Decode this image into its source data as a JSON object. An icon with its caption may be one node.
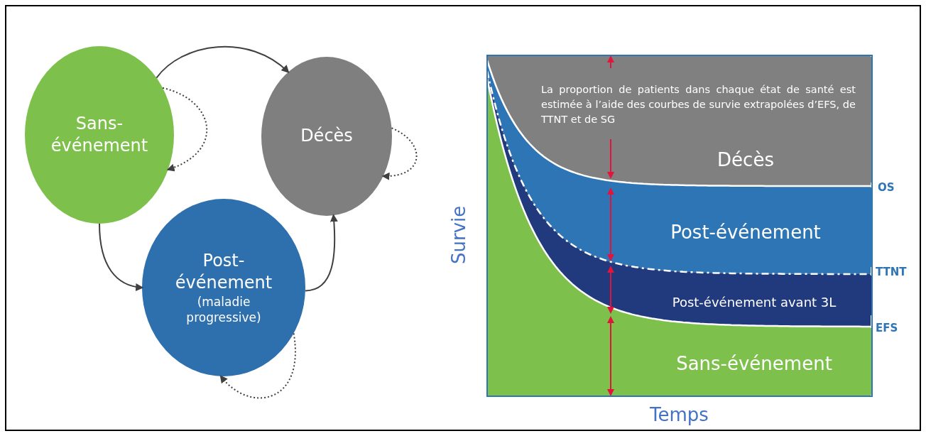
{
  "diagram": {
    "nodes": [
      {
        "text": [
          "Sans-événement"
        ]
      },
      {
        "text": [
          "Décès"
        ]
      },
      {
        "text": [
          "Post-événement",
          "(maladie progressive)"
        ]
      },
      {
        "text": [
          "Décès"
        ]
      },
      {
        "text": [
          "Post-événement"
        ]
      },
      {
        "text": [
          "Post-événement avant 3L"
        ]
      },
      {
        "text": [
          "Sans-événement"
        ]
      }
    ],
    "edges": [
      {
        "from": 0,
        "to": 1,
        "arrow": "to"
      },
      {
        "from": 0,
        "to": 0,
        "arrow": "to",
        "style": "dashed"
      },
      {
        "from": 0,
        "to": 2,
        "arrow": "to"
      },
      {
        "from": 2,
        "to": 1,
        "arrow": "to"
      },
      {
        "from": 1,
        "to": 1,
        "arrow": "to",
        "style": "dashed"
      },
      {
        "from": 2,
        "to": 2,
        "arrow": "to",
        "style": "dashed"
      }
    ],
    "labels": [
      "La proportion de patients dans chaque état de santé est estimée à l’aide des courbes de survie extrapolées d’EFS, de TTNT et de SG",
      "OS",
      "TTNT",
      "EFS",
      "Survie",
      "Temps"
    ]
  }
}
